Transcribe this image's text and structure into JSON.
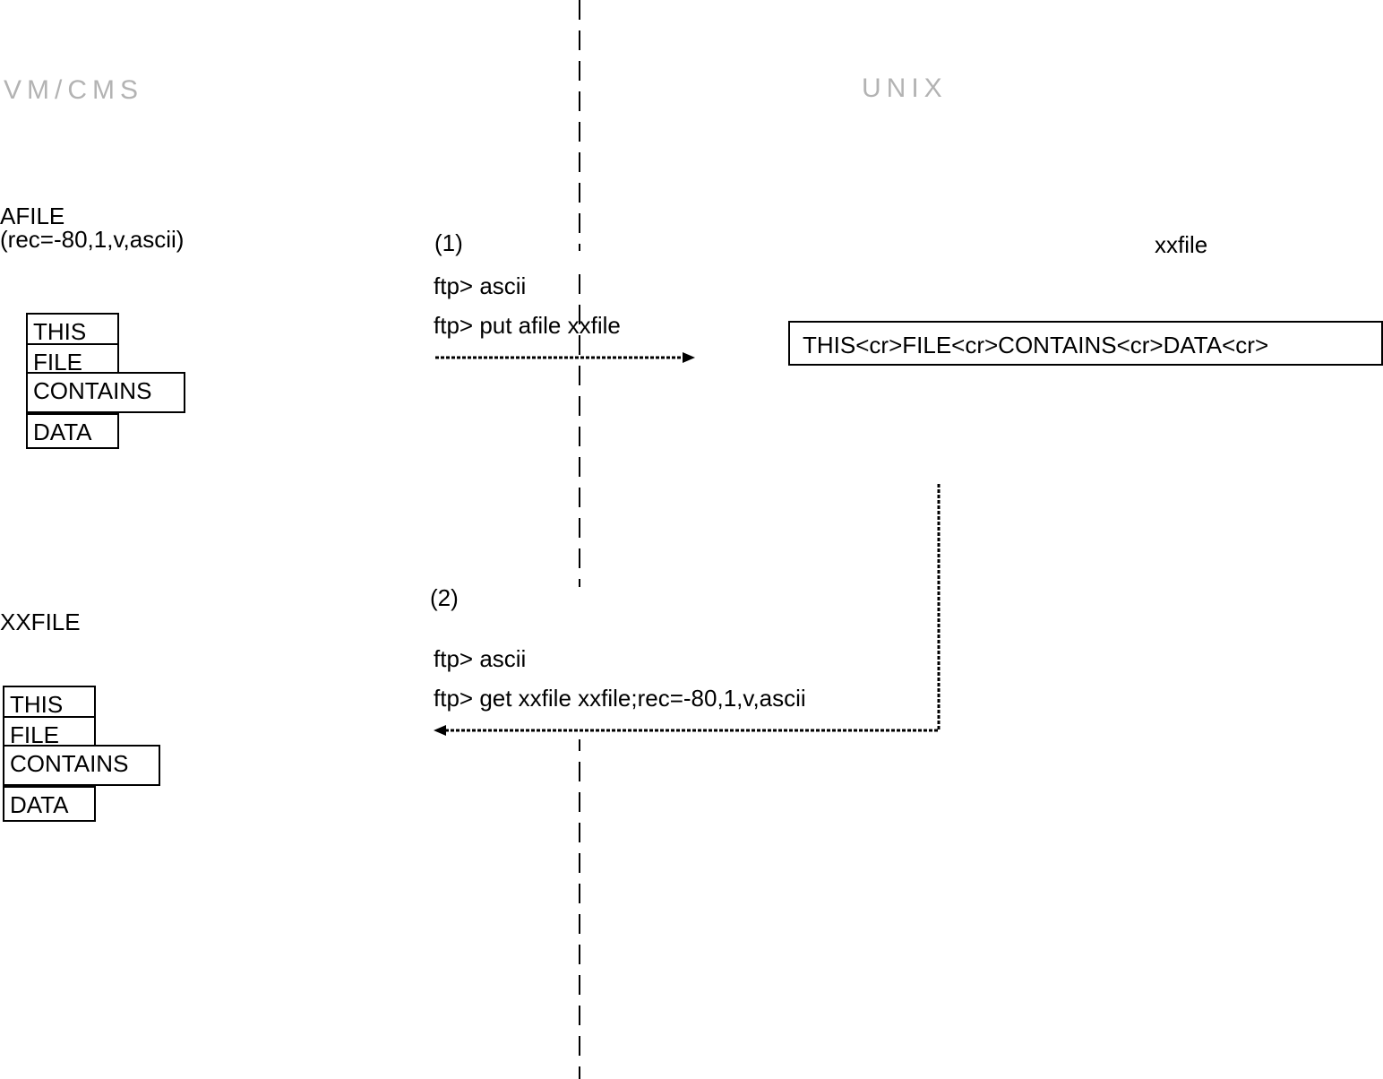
{
  "headers": {
    "left": "VM/CMS",
    "right": "UNIX"
  },
  "left_file": {
    "name": "AFILE",
    "attributes": "(rec=-80,1,v,ascii)",
    "records": [
      "THIS",
      "FILE",
      "CONTAINS",
      "DATA"
    ]
  },
  "step1": {
    "label": "(1)",
    "commands": [
      "ftp> ascii",
      "ftp> put afile xxfile"
    ]
  },
  "unix_file": {
    "name": "xxfile",
    "content": "THIS<cr>FILE<cr>CONTAINS<cr>DATA<cr>"
  },
  "step2": {
    "label": "(2)",
    "commands": [
      "ftp> ascii",
      "ftp> get xxfile xxfile;rec=-80,1,v,ascii"
    ]
  },
  "result_file": {
    "name": "XXFILE",
    "records": [
      "THIS",
      "FILE",
      "CONTAINS",
      "DATA"
    ]
  }
}
